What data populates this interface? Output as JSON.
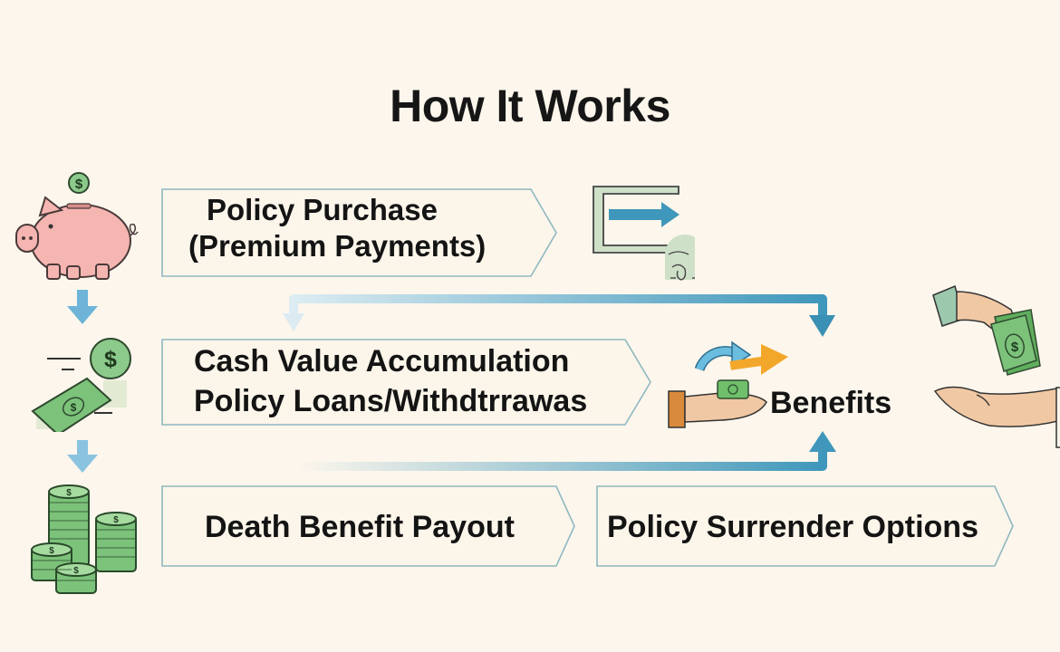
{
  "title": "How It Works",
  "steps": [
    {
      "id": "policy-purchase",
      "line1": "Policy Purchase",
      "line2": "(Premium Payments)"
    },
    {
      "id": "cash-value",
      "line1": "Cash Value Accumulation",
      "line2": "Policy Loans/Withdtrrawas"
    },
    {
      "id": "death-benefit",
      "line1": "Death Benefit Payout"
    },
    {
      "id": "surrender",
      "line1": "Policy Surrender Options"
    }
  ],
  "benefits": {
    "label": "Benefits"
  },
  "icons": {
    "piggy_bank": "piggy-bank-with-dollar-coin",
    "cash": "flying-dollar-bill-and-coin",
    "coins": "stacked-dollar-coins",
    "payment": "card-slot-arrow-with-hand",
    "benefits": "hand-holding-cash-with-arrows",
    "handoff": "hand-giving-money-to-hand"
  },
  "colors": {
    "background": "#fcf6ec",
    "box_fill": "#fbf5ea",
    "box_border": "#8fb8c0",
    "arrow_blue": "#3f97bb",
    "arrow_light": "#7fbfdc",
    "arrow_orange": "#f2a72a",
    "money_green": "#7cc27a",
    "pig_pink": "#f5b5b0"
  }
}
